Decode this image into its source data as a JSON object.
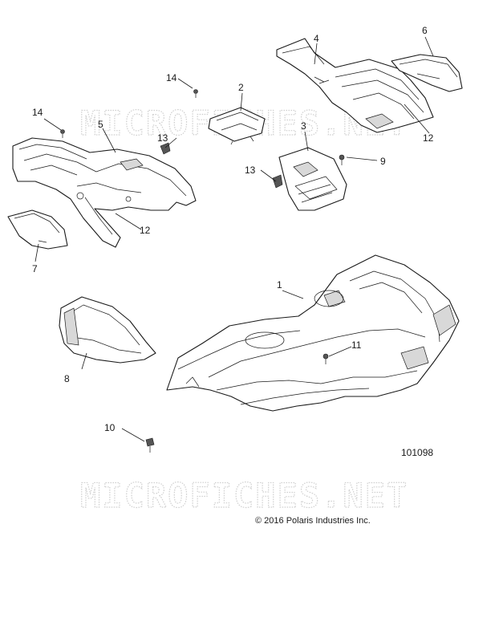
{
  "watermarks": [
    "MICROFICHES.NET",
    "MICROFICHES.NET"
  ],
  "callouts": [
    "1",
    "2",
    "3",
    "4",
    "5",
    "6",
    "7",
    "8",
    "9",
    "10",
    "11",
    "12",
    "12",
    "13",
    "13",
    "14",
    "14"
  ],
  "drawing_number": "101098",
  "copyright": "© 2016 Polaris Industries Inc."
}
